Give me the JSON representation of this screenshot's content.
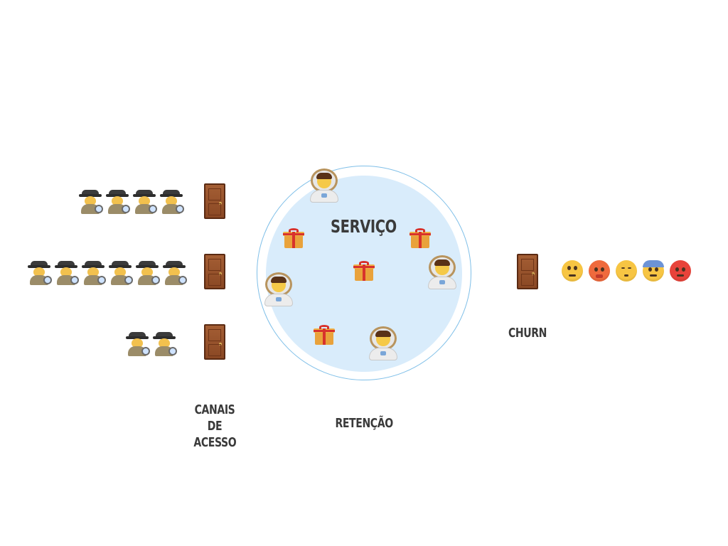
{
  "diagram": {
    "center_label": "SERVIÇO",
    "churn_label": "CHURN",
    "retention_label": "RETENÇÃO",
    "channels_label_lines": [
      "CANAIS",
      "DE",
      "ACESSO"
    ]
  },
  "icons": {
    "visitor": "detective-icon",
    "channel": "door-icon",
    "member": "astronaut-icon",
    "benefit": "gift-icon",
    "churned_faces": [
      "eye-roll-face-icon",
      "hot-face-icon",
      "relieved-sigh-face-icon",
      "fearful-face-icon",
      "angry-face-icon"
    ]
  },
  "colors": {
    "circle_fill": "#d9ecfb",
    "circle_stroke": "#7fbfe8",
    "label_text": "#3a3a3a"
  }
}
